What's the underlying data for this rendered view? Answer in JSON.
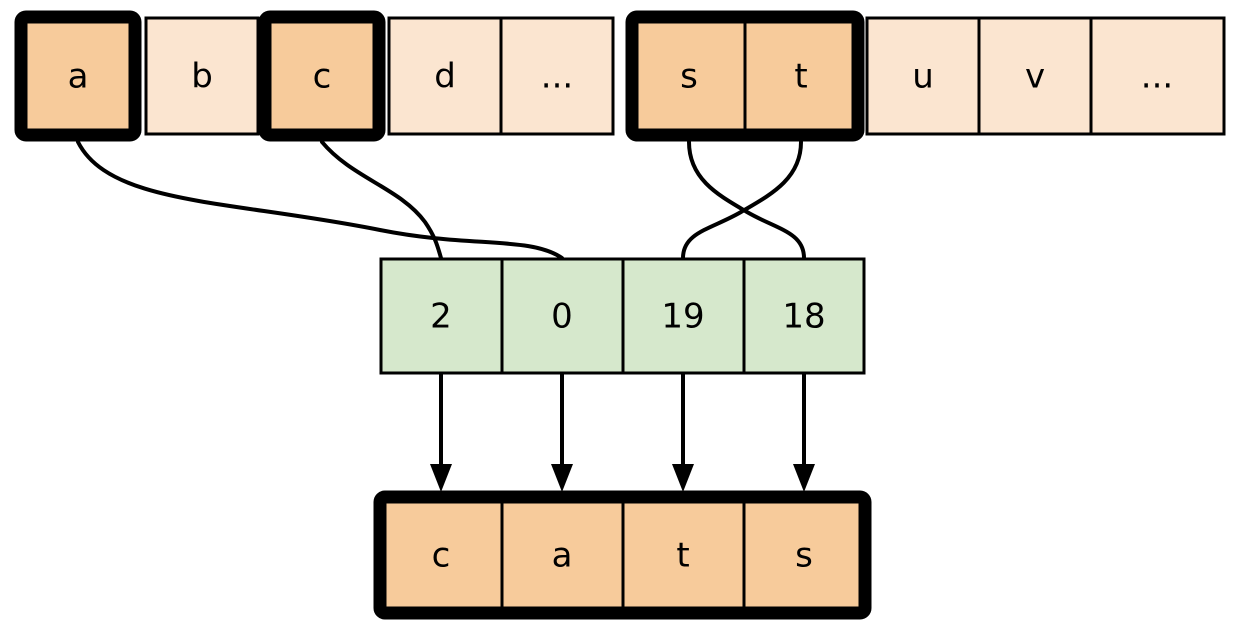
{
  "title": "Character index lookup and string reconstruction diagram",
  "colors": {
    "alphabet_highlight_fill": "#F7CB9B",
    "alphabet_plain_fill": "#FBE5D0",
    "index_fill": "#D6E8CC",
    "output_fill": "#F7CB9B",
    "stroke": "#000000",
    "background": "#FFFFFF"
  },
  "alphabet_row": {
    "name": "alphabet-row",
    "cells": [
      {
        "label": "a",
        "highlighted": true,
        "outlined": true
      },
      {
        "label": "b",
        "highlighted": false,
        "outlined": false
      },
      {
        "label": "c",
        "highlighted": true,
        "outlined": true
      },
      {
        "label": "d",
        "highlighted": false,
        "outlined": false
      },
      {
        "label": "...",
        "highlighted": false,
        "outlined": false
      },
      {
        "label": "s",
        "highlighted": true,
        "outlined": true
      },
      {
        "label": "t",
        "highlighted": true,
        "outlined": true
      },
      {
        "label": "u",
        "highlighted": false,
        "outlined": false
      },
      {
        "label": "v",
        "highlighted": false,
        "outlined": false
      },
      {
        "label": "...",
        "highlighted": false,
        "outlined": false
      }
    ]
  },
  "index_row": {
    "name": "index-row",
    "cells": [
      {
        "value": "2"
      },
      {
        "value": "0"
      },
      {
        "value": "19"
      },
      {
        "value": "18"
      }
    ]
  },
  "output_row": {
    "name": "output-row",
    "cells": [
      {
        "label": "c"
      },
      {
        "label": "a"
      },
      {
        "label": "t"
      },
      {
        "label": "s"
      }
    ]
  },
  "connections": {
    "curves": [
      {
        "from": "a",
        "to_index_cell": 1,
        "note": "a maps to index value 0"
      },
      {
        "from": "c",
        "to_index_cell": 0,
        "note": "c maps to index value 2"
      },
      {
        "from": "s",
        "to_index_cell": 3,
        "note": "s maps to index value 18"
      },
      {
        "from": "t",
        "to_index_cell": 2,
        "note": "t maps to index value 19"
      }
    ],
    "arrows": [
      {
        "from_index_cell": 0,
        "to_output_cell": 0
      },
      {
        "from_index_cell": 1,
        "to_output_cell": 1
      },
      {
        "from_index_cell": 2,
        "to_output_cell": 2
      },
      {
        "from_index_cell": 3,
        "to_output_cell": 3
      }
    ]
  },
  "chart_data": {
    "type": "diagram",
    "title": "Character index lookup and string reconstruction",
    "alphabet": [
      "a",
      "b",
      "c",
      "d",
      "...",
      "s",
      "t",
      "u",
      "v",
      "..."
    ],
    "indices": [
      2,
      0,
      19,
      18
    ],
    "output": [
      "c",
      "a",
      "t",
      "s"
    ]
  }
}
